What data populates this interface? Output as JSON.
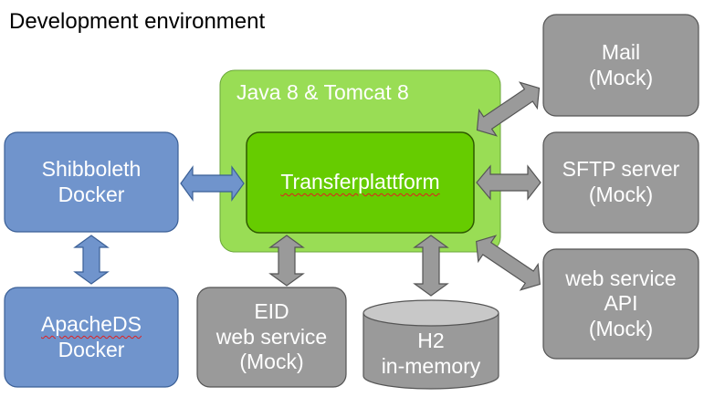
{
  "title": "Development environment",
  "colors": {
    "blue_fill": "#7094cc",
    "blue_stroke": "#3a5f96",
    "green_outer": "#99dd55",
    "green_inner": "#66cc00",
    "gray_fill": "#9a9a9a",
    "gray_stroke": "#555555",
    "db_top": "#c8c8c8"
  },
  "container": {
    "label": "Java 8 & Tomcat 8"
  },
  "core": {
    "label": "Transferplattform"
  },
  "shibboleth": {
    "line1": "Shibboleth",
    "line2": "Docker"
  },
  "apacheds": {
    "line1": "ApacheDS",
    "line2": "Docker"
  },
  "eid": {
    "line1": "EID",
    "line2": "web service",
    "line3": "(Mock)"
  },
  "h2": {
    "line1": "H2",
    "line2": "in-memory"
  },
  "mail": {
    "line1": "Mail",
    "line2": "(Mock)"
  },
  "sftp": {
    "line1": "SFTP server",
    "line2": "(Mock)"
  },
  "webapi": {
    "line1": "web service",
    "line2": "API",
    "line3": "(Mock)"
  }
}
